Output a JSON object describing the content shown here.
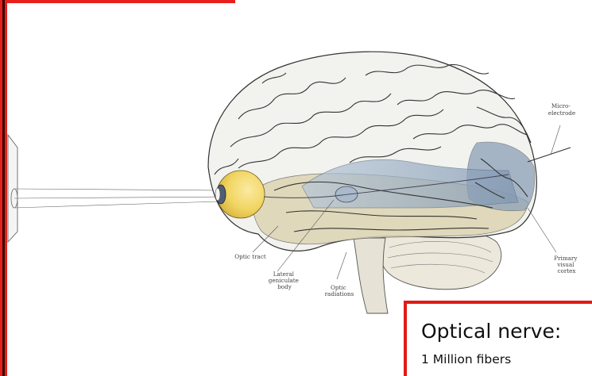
{
  "labels": {
    "microelectrode": [
      "Micro-",
      "electrode"
    ],
    "optic_tract": "Optic tract",
    "lateral_geniculate_body": [
      "Lateral",
      "geniculate",
      "body"
    ],
    "optic_radiations": [
      "Optic",
      "radiations"
    ],
    "primary_visual_cortex": [
      "Primary",
      "visual",
      "cortex"
    ]
  },
  "callout": {
    "title": "Optical nerve:",
    "subtitle": "1 Million fibers"
  },
  "colors": {
    "frame": "#e8201b",
    "eye": "#f1d561",
    "radiation": "#9fb6cc",
    "cortex_shade": "#8aa0b8",
    "temporal_shade": "#d9cfae"
  }
}
